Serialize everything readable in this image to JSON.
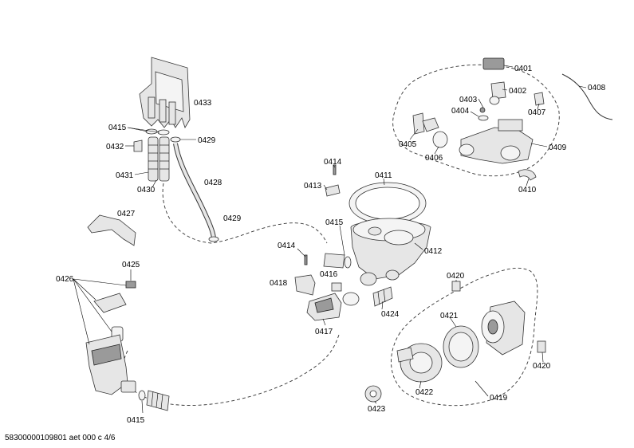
{
  "labels": {
    "p0401": "0401",
    "p0402": "0402",
    "p0403": "0403",
    "p0404": "0404",
    "p0405": "0405",
    "p0406": "0406",
    "p0407": "0407",
    "p0408": "0408",
    "p0409": "0409",
    "p0410": "0410",
    "p0411": "0411",
    "p0412": "0412",
    "p0413": "0413",
    "p0414a": "0414",
    "p0414b": "0414",
    "p0415a": "0415",
    "p0415b": "0415",
    "p0415c": "0415",
    "p0416": "0416",
    "p0417": "0417",
    "p0418": "0418",
    "p0419": "0419",
    "p0420a": "0420",
    "p0420b": "0420",
    "p0421": "0421",
    "p0422": "0422",
    "p0423": "0423",
    "p0424": "0424",
    "p0425": "0425",
    "p0426": "0426",
    "p0427": "0427",
    "p0428": "0428",
    "p0429a": "0429",
    "p0429b": "0429",
    "p0430": "0430",
    "p0431": "0431",
    "p0432": "0432",
    "p0433": "0433"
  },
  "footer": "58300000109801 aet 000 c 4/6"
}
